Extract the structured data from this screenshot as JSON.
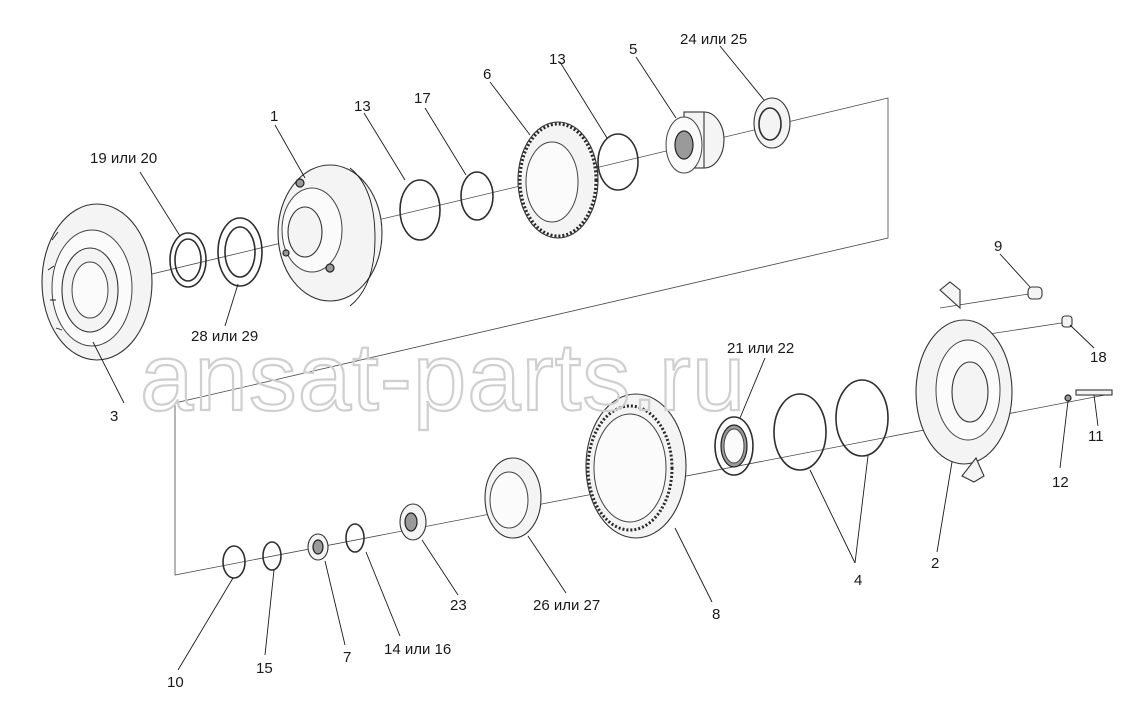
{
  "diagram": {
    "watermark": "ansat-parts.ru",
    "callouts": [
      {
        "id": "c1",
        "text": "1"
      },
      {
        "id": "c2",
        "text": "2"
      },
      {
        "id": "c3",
        "text": "3"
      },
      {
        "id": "c4",
        "text": "4"
      },
      {
        "id": "c5",
        "text": "5"
      },
      {
        "id": "c6",
        "text": "6"
      },
      {
        "id": "c7",
        "text": "7"
      },
      {
        "id": "c8",
        "text": "8"
      },
      {
        "id": "c9",
        "text": "9"
      },
      {
        "id": "c10",
        "text": "10"
      },
      {
        "id": "c11",
        "text": "11"
      },
      {
        "id": "c12",
        "text": "12"
      },
      {
        "id": "c13a",
        "text": "13"
      },
      {
        "id": "c13b",
        "text": "13"
      },
      {
        "id": "c14",
        "text": "14 или 16"
      },
      {
        "id": "c15",
        "text": "15"
      },
      {
        "id": "c17",
        "text": "17"
      },
      {
        "id": "c18",
        "text": "18"
      },
      {
        "id": "c19",
        "text": "19 или 20"
      },
      {
        "id": "c21",
        "text": "21 или 22"
      },
      {
        "id": "c23",
        "text": "23"
      },
      {
        "id": "c24",
        "text": "24 или 25"
      },
      {
        "id": "c26",
        "text": "26 или 27"
      },
      {
        "id": "c28",
        "text": "28 или 29"
      }
    ]
  }
}
